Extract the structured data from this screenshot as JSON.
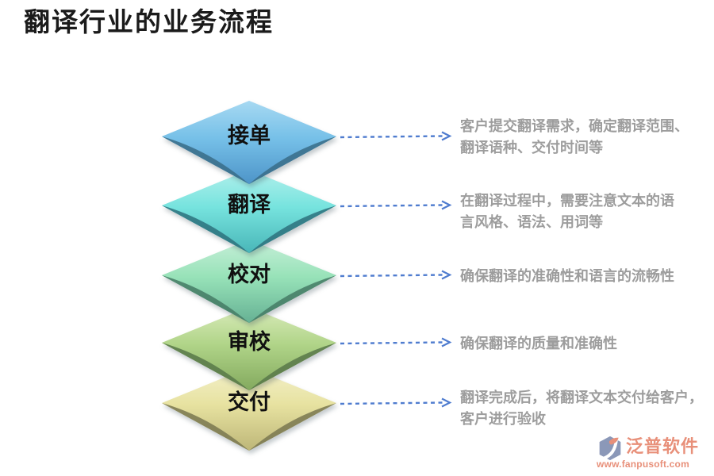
{
  "title": "翻译行业的业务流程",
  "steps": [
    {
      "label": "接单",
      "description": "客户提交翻译需求，确定翻译范围、\n翻译语种、交付时间等",
      "colors": {
        "light": "#a7d9f2",
        "base": "#76c0e8",
        "deep": "#4d94c8",
        "wedge": "#3a6e8a"
      }
    },
    {
      "label": "翻译",
      "description": "在翻译过程中，需要注意文本的语\n言风格、语法、用词等",
      "colors": {
        "light": "#b2f0ec",
        "base": "#76e3de",
        "deep": "#49b6b8",
        "wedge": "#2f7480"
      }
    },
    {
      "label": "校对",
      "description": "确保翻译的准确性和语言的流畅性",
      "colors": {
        "light": "#c6efd8",
        "base": "#97e2b8",
        "deep": "#66b194",
        "wedge": "#477d66"
      }
    },
    {
      "label": "审校",
      "description": "确保翻译的质量和准确性",
      "colors": {
        "light": "#d9ebba",
        "base": "#b0d488",
        "deep": "#83a95e",
        "wedge": "#5a7a4a"
      }
    },
    {
      "label": "交付",
      "description": "翻译完成后，将翻译文本交付给客户，\n客户进行验收",
      "colors": {
        "light": "#f3f0ca",
        "base": "#e7e2a0",
        "deep": "#bdb678",
        "wedge": "#7c7a52"
      }
    }
  ],
  "colors": {
    "arrow": "#4f7ccf",
    "description_text": "#9d9d9d",
    "title_text": "#1b1b1b",
    "logo_text": "#e8907a",
    "logo_shape": "#8b98b8"
  },
  "logo": {
    "name": "泛普软件",
    "url": "www.fanpusoft.com"
  }
}
